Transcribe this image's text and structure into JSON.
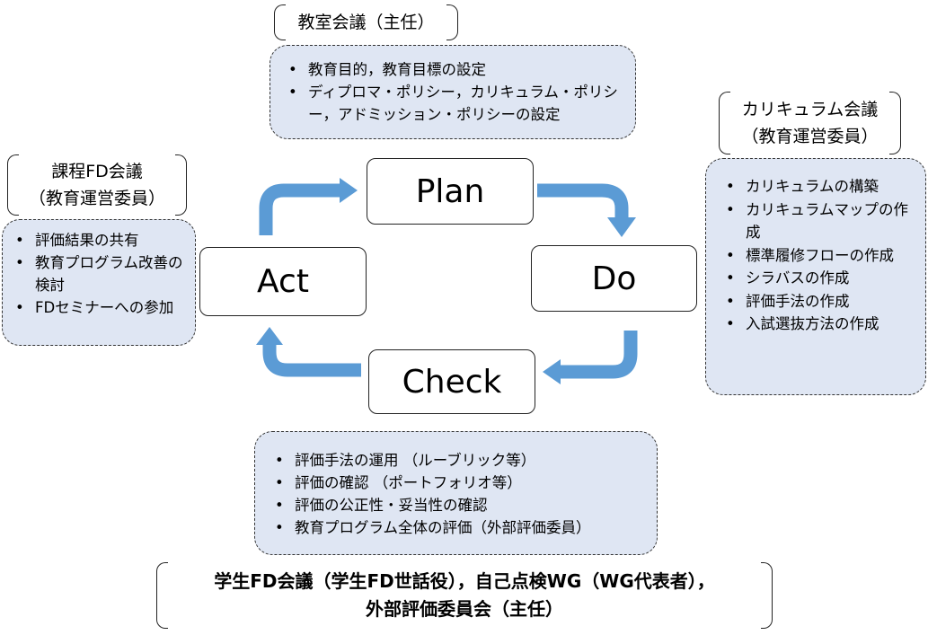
{
  "pdca": {
    "plan": "Plan",
    "do": "Do",
    "check": "Check",
    "act": "Act"
  },
  "plan_group": {
    "title": "教室会議（主任）",
    "items": [
      "教育目的，教育目標の設定",
      "ディプロマ・ポリシー，カリキュラム・ポリシー，アドミッション・ポリシーの設定"
    ]
  },
  "do_group": {
    "title_line1": "カリキュラム会議",
    "title_line2": "（教育運営委員）",
    "items": [
      "カリキュラムの構築",
      "カリキュラムマップの作成",
      "標準履修フローの作成",
      "シラバスの作成",
      "評価手法の作成",
      "入試選抜方法の作成"
    ]
  },
  "act_group": {
    "title_line1": "課程FD会議",
    "title_line2": "（教育運営委員）",
    "items": [
      "評価結果の共有",
      "教育プログラム改善の検討",
      "FDセミナーへの参加"
    ]
  },
  "check_group": {
    "items": [
      "評価手法の運用 （ルーブリック等）",
      "評価の確認 （ポートフォリオ等）",
      "評価の公正性・妥当性の確認",
      "教育プログラム全体の評価（外部評価委員）"
    ],
    "footer_line1": "学生FD会議（学生FD世話役），自己点検WG（WG代表者），",
    "footer_line2": "外部評価委員会（主任）"
  },
  "colors": {
    "arrow": "#5b9bd5",
    "box_fill": "#dfe6f3"
  }
}
